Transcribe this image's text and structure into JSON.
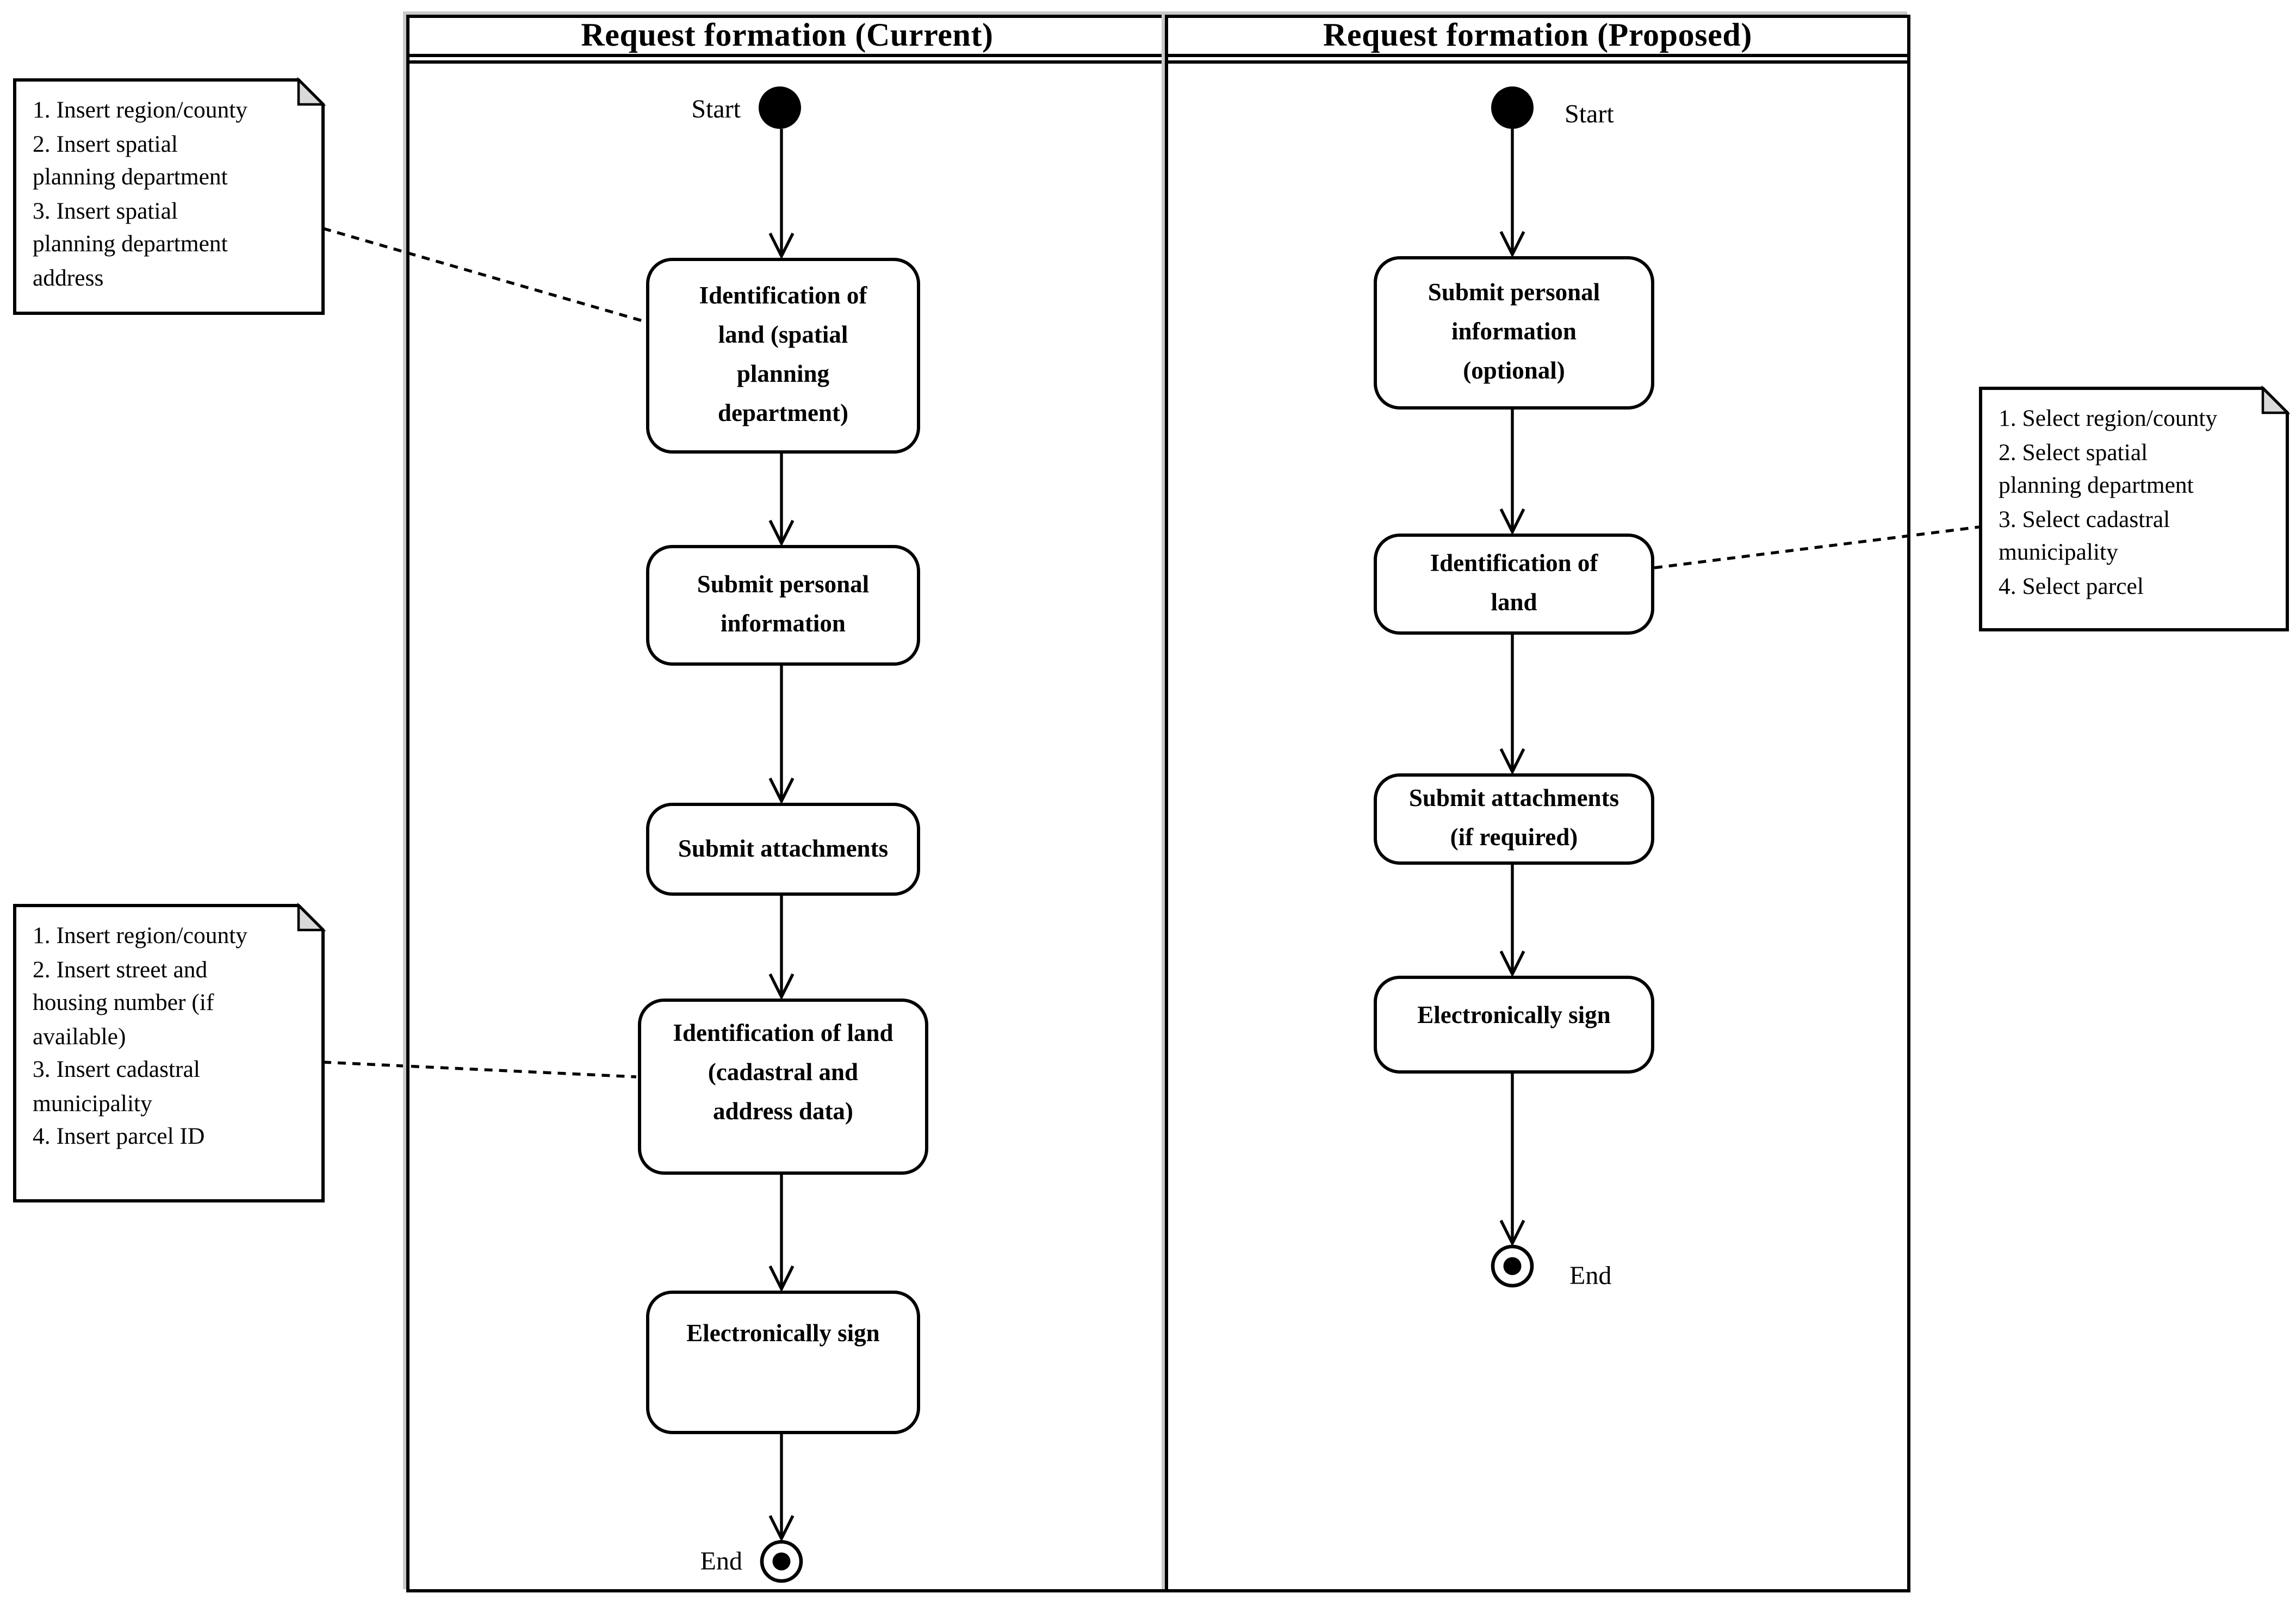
{
  "figure": {
    "type": "uml-activity-diagram-with-swimlanes",
    "colors": {
      "stroke": "#000000",
      "node_fill": "#ffffff",
      "start_end_fill": "#000000",
      "note_fold_fill": "#d9d9d9",
      "lane_shadow": "#c9c9c9"
    }
  },
  "lanes": [
    {
      "title": "Request formation (Current)",
      "start_label": "Start",
      "end_label": "End",
      "activities": [
        {
          "label": "Identification of\nland (spatial\nplanning\ndepartment)"
        },
        {
          "label": "Submit personal\ninformation"
        },
        {
          "label": "Submit attachments"
        },
        {
          "label": "Identification of land\n(cadastral and\naddress data)"
        },
        {
          "label": "Electronically sign"
        }
      ]
    },
    {
      "title": "Request formation (Proposed)",
      "start_label": "Start",
      "end_label": "End",
      "activities": [
        {
          "label": "Submit personal\ninformation\n(optional)"
        },
        {
          "label": "Identification of\nland"
        },
        {
          "label": "Submit attachments\n(if required)"
        },
        {
          "label": "Electronically sign"
        }
      ]
    }
  ],
  "notes": [
    {
      "text": "1. Insert region/county\n2. Insert spatial\nplanning department\n3. Insert spatial\nplanning department\naddress",
      "attached_to": "Identification of land (spatial planning department)"
    },
    {
      "text": "1. Insert region/county\n2. Insert street and\nhousing number (if\navailable)\n3. Insert cadastral\nmunicipality\n4. Insert parcel ID",
      "attached_to": "Identification of land (cadastral and address data)"
    },
    {
      "text": "1. Select region/county\n2. Select spatial\nplanning department\n3. Select cadastral\nmunicipality\n4. Select parcel",
      "attached_to": "Identification of land"
    }
  ]
}
